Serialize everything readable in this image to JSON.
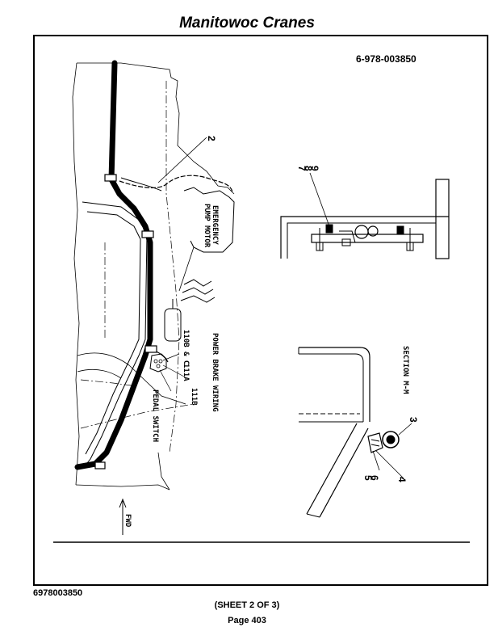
{
  "header": {
    "title": "Manitowoc Cranes"
  },
  "drawing": {
    "doc_number": "6-978-003850",
    "labels": {
      "emergency_pump_motor_l1": "EMERGENCY",
      "emergency_pump_motor_l2": "PUMP MOTOR",
      "power_brake_wiring": "POWER BRAKE WIRING",
      "wire_110b_c": "110B & C",
      "wire_111a": "111A",
      "wire_111b": "111B",
      "pedal_switch": "PEDAL SWITCH",
      "fwd": "FWD",
      "section": "SECTION M-M"
    },
    "callouts": {
      "c2": "2",
      "c7": "7",
      "c8": "8",
      "c9": "9",
      "c3": "3",
      "c4": "4",
      "c5": "5",
      "c6": "6"
    }
  },
  "footer": {
    "doc_id": "6978003850",
    "sheet": "(SHEET 2 OF 3)",
    "page": "Page 403"
  }
}
